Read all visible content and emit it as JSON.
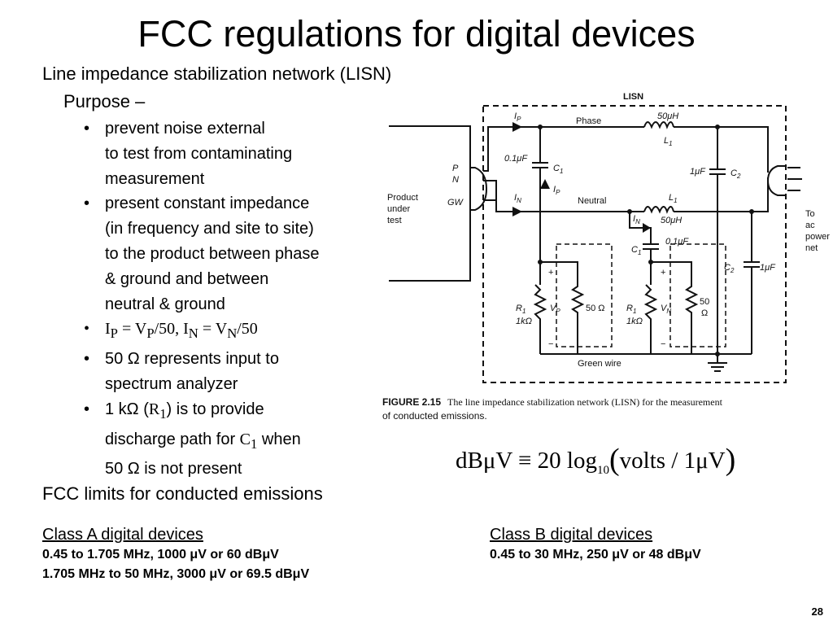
{
  "title": "FCC regulations for digital devices",
  "subtitle": "Line impedance stabilization network (LISN)",
  "purpose": "Purpose –",
  "bullets": {
    "b1": [
      "prevent noise external",
      "to test from contaminating",
      "measurement"
    ],
    "b2": [
      "present constant impedance",
      "(in frequency and site to site)",
      "to the product between phase",
      "& ground and between",
      "neutral & ground"
    ],
    "b3": {
      "ip": "I",
      "ip_sub": "P",
      "eq1": " = V",
      "vp_sub": "P",
      "div1": "/50,  I",
      "in_sub": "N",
      "eq2": " = V",
      "vn_sub": "N",
      "div2": "/50"
    },
    "b4": [
      "50 Ω represents input to",
      "spectrum analyzer"
    ],
    "b5": {
      "l1a": "1 kΩ (",
      "r": "R",
      "r_sub": "1",
      "l1b": ") is to provide",
      "l2a": "discharge path for ",
      "c": "C",
      "c_sub": "1",
      "l2b": " when",
      "l3": "50 Ω is not present"
    }
  },
  "figure": {
    "lisn": "LISN",
    "phase": "Phase",
    "neutral": "Neutral",
    "green_wire": "Green wire",
    "product": [
      "Product",
      "under",
      "test"
    ],
    "to_ac": [
      "To",
      "ac",
      "power",
      "net"
    ],
    "ip": "I",
    "ip_sub": "P",
    "in": "I",
    "in_sub": "N",
    "p": "P",
    "n": "N",
    "gw": "GW",
    "ind_val": "50μH",
    "l1": "L",
    "l1_sub": "1",
    "cap_01": "0.1μF",
    "c1": "C",
    "c1_sub": "1",
    "c2": "C",
    "c2_sub": "2",
    "cap_1u": "1μF",
    "r1": "R",
    "r1_sub": "1",
    "r1_val": "1kΩ",
    "vp": "V",
    "vp_sub": "P",
    "vn": "V",
    "vn_sub": "N",
    "ohm50": "50 Ω",
    "ohm50_a": "50",
    "ohm50_b": "Ω",
    "plus": "+",
    "minus": "−",
    "caption_bold": "FIGURE 2.15",
    "caption_1": "The line impedance stabilization network (LISN) for the measurement",
    "caption_2": "of conducted emissions."
  },
  "formula": {
    "lhs": "dBμV ≡ 20 log",
    "sub": "10",
    "open": "(",
    "mid": "volts / 1μV",
    "close": ")"
  },
  "limits_heading": "FCC limits for conducted emissions",
  "class_a": {
    "title": "Class A digital devices",
    "line1": "0.45 to 1.705 MHz, 1000 μV or 60 dBμV",
    "line2": "1.705 MHz to 50 MHz, 3000 μV or 69.5 dBμV"
  },
  "class_b": {
    "title": "Class B digital devices",
    "line1": "0.45 to 30 MHz, 250 μV or 48 dBμV"
  },
  "page_number": "28"
}
